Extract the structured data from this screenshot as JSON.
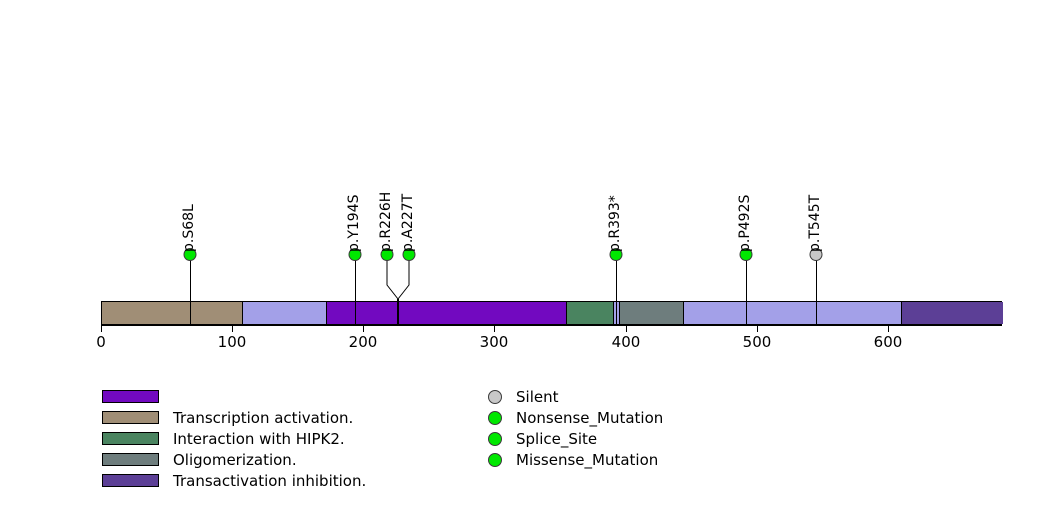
{
  "chart_data": {
    "type": "lollipop",
    "title": "",
    "xlabel": "",
    "ylabel": "",
    "xlim": [
      0,
      687
    ],
    "axis": {
      "ticks": [
        0,
        100,
        200,
        300,
        400,
        500,
        600
      ],
      "tick_labels": [
        "0",
        "100",
        "200",
        "300",
        "400",
        "500",
        "600"
      ],
      "grid": false
    },
    "protein_length": 687,
    "domains": [
      {
        "name": "Transcription activation.",
        "start": 0,
        "end": 107,
        "color": "#a08e76"
      },
      {
        "name": "",
        "start": 107,
        "end": 171,
        "color": "#a3a0e8"
      },
      {
        "name": "",
        "start": 171,
        "end": 354,
        "color": "#7209c0"
      },
      {
        "name": "Interaction with HIPK2.",
        "start": 354,
        "end": 390,
        "color": "#4a8460"
      },
      {
        "name": "",
        "start": 390,
        "end": 394,
        "color": "#a3a0e8"
      },
      {
        "name": "Oligomerization.",
        "start": 394,
        "end": 443,
        "color": "#6e7d7d"
      },
      {
        "name": "",
        "start": 443,
        "end": 609,
        "color": "#a3a0e8"
      },
      {
        "name": "Transactivation inhibition.",
        "start": 609,
        "end": 687,
        "color": "#5c3f96"
      }
    ],
    "mutations": [
      {
        "label": "p.S68L",
        "position": 68,
        "type": "Missense_Mutation",
        "color": "#00e800",
        "branched": false
      },
      {
        "label": "p.Y194S",
        "position": 194,
        "type": "Missense_Mutation",
        "color": "#00e800",
        "branched": false
      },
      {
        "label": "p.R226H",
        "position": 226,
        "type": "Missense_Mutation",
        "color": "#00e800",
        "branched": true,
        "branch_group": 1
      },
      {
        "label": "p.A227T",
        "position": 227,
        "type": "Missense_Mutation",
        "color": "#00e800",
        "branched": true,
        "branch_group": 1
      },
      {
        "label": "p.R393*",
        "position": 393,
        "type": "Nonsense_Mutation",
        "color": "#00e800",
        "branched": false
      },
      {
        "label": "p.P492S",
        "position": 492,
        "type": "Missense_Mutation",
        "color": "#00e800",
        "branched": false
      },
      {
        "label": "p.T545T",
        "position": 545,
        "type": "Silent",
        "color": "#c8c8c8",
        "branched": false
      }
    ]
  },
  "legends": {
    "domains": {
      "items": [
        {
          "label": "",
          "color": "#7209c0"
        },
        {
          "label": "Transcription activation.",
          "color": "#a08e76"
        },
        {
          "label": "Interaction with HIPK2.",
          "color": "#4a8460"
        },
        {
          "label": "Oligomerization.",
          "color": "#6e7d7d"
        },
        {
          "label": "Transactivation inhibition.",
          "color": "#5c3f96"
        }
      ]
    },
    "variants": {
      "items": [
        {
          "label": "Silent",
          "color": "#c8c8c8"
        },
        {
          "label": "Nonsense_Mutation",
          "color": "#00e800"
        },
        {
          "label": "Splice_Site",
          "color": "#00e800"
        },
        {
          "label": "Missense_Mutation",
          "color": "#00e800"
        }
      ]
    }
  }
}
